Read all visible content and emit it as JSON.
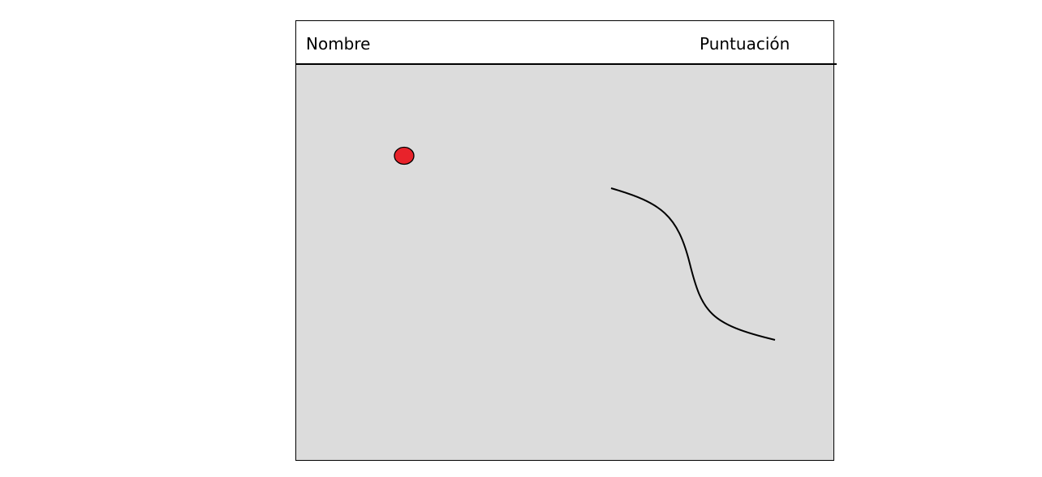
{
  "header": {
    "name_label": "Nombre",
    "score_label": "Puntuación"
  },
  "colors": {
    "play_area_background": "#dcdcdc",
    "ball_fill": "#e8232b",
    "ball_stroke": "#000000",
    "trail_stroke": "#000000",
    "header_background": "#ffffff"
  },
  "game": {
    "ball": {
      "icon": "red-ball"
    },
    "trail": {
      "icon": "curved-line"
    }
  }
}
